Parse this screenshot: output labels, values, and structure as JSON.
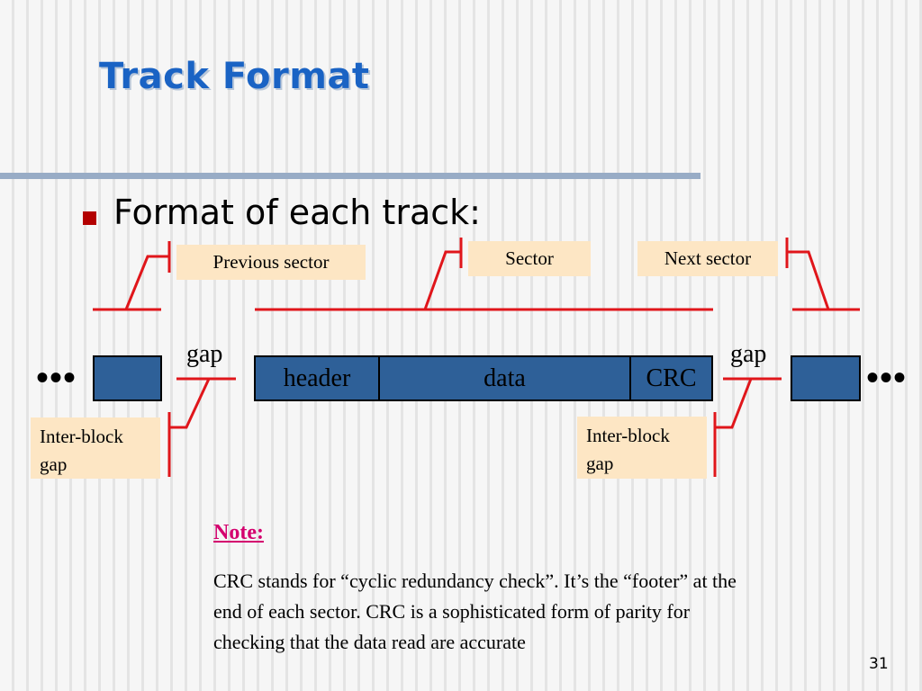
{
  "title": "Track Format",
  "bullet": "Format of each track:",
  "labels": {
    "previous_sector": "Previous sector",
    "sector": "Sector",
    "next_sector": "Next sector",
    "inter_block_gap_left": "Inter-block gap",
    "inter_block_gap_right": "Inter-block gap"
  },
  "track": {
    "gap_left": "gap",
    "gap_right": "gap",
    "header": "header",
    "data": "data",
    "crc": "CRC",
    "ellipsis_left": "•••",
    "ellipsis_right": "•••"
  },
  "note": {
    "heading": "Note:",
    "body": "CRC stands for “cyclic redundancy check”.  It’s the “footer” at the end of each sector. CRC is a sophisticated form of parity for checking that the data read are accurate"
  },
  "page_number": "31",
  "colors": {
    "title": "#1a63c4",
    "bullet": "#b30000",
    "label_bg": "#fde6c4",
    "block": "#2e6098",
    "connector": "#e0161b",
    "note_heading": "#d4006e"
  }
}
